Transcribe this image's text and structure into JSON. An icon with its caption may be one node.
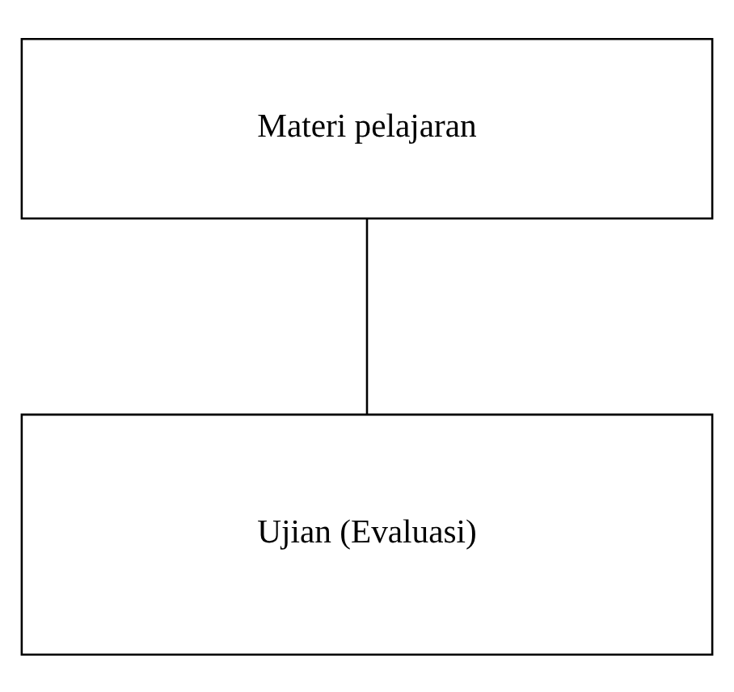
{
  "diagram": {
    "nodes": [
      {
        "text": [
          "Materi pelajaran"
        ]
      },
      {
        "text": [
          "Ujian (Evaluasi)"
        ]
      }
    ],
    "edges": [
      {
        "from": 0,
        "to": 1,
        "arrow": "none"
      }
    ]
  }
}
